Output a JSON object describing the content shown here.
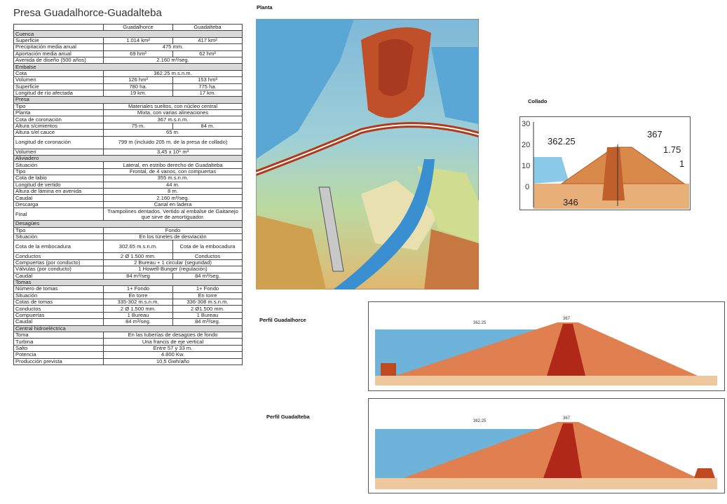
{
  "title": "Presa Guadalhorce-Guadalteba",
  "columns": [
    "",
    "Guadalhorce",
    "Guadalteba"
  ],
  "rows": [
    {
      "type": "section",
      "label": "Cuenca"
    },
    {
      "type": "pair",
      "label": "Superficie",
      "a": "1.014 km²",
      "b": "417 km²"
    },
    {
      "type": "merged",
      "label": "Precipitación media anual",
      "value": "475 mm."
    },
    {
      "type": "pair",
      "label": "Aportación media anual",
      "a": "69 hm³",
      "b": "62 hm³"
    },
    {
      "type": "merged",
      "label": "Avenida de diseño (500 años)",
      "value": "2.160 m³/seg."
    },
    {
      "type": "section",
      "label": "Embalse"
    },
    {
      "type": "merged",
      "label": "Cota",
      "value": "362.25 m.s.n.m."
    },
    {
      "type": "pair",
      "label": "Volumen",
      "a": "126 hm³",
      "b": "153 hm³"
    },
    {
      "type": "pair",
      "label": "Superficie",
      "a": "780 ha.",
      "b": "775 ha."
    },
    {
      "type": "pair",
      "label": "Longitud de río afectada",
      "a": "19 km.",
      "b": "17 km."
    },
    {
      "type": "section",
      "label": "Presa"
    },
    {
      "type": "merged",
      "label": "Tipo",
      "value": "Materiales sueltos, con núcleo central"
    },
    {
      "type": "merged",
      "label": "Planta",
      "value": "Mixta, con varias alineaciones"
    },
    {
      "type": "merged",
      "label": "Cota de coronación",
      "value": "367 m.s.n.m."
    },
    {
      "type": "pair",
      "label": "Altura s/cimientos",
      "a": "75 m.",
      "b": "84 m."
    },
    {
      "type": "merged",
      "label": "Altura s/el cauce",
      "value": "65 m."
    },
    {
      "type": "merged",
      "label": "Longitud de coronación",
      "value": "799 m (incluido 205 m. de la presa de collado)",
      "tall": true
    },
    {
      "type": "merged",
      "label": "Volumen",
      "value": "3,45 x 10⁶ m³"
    },
    {
      "type": "section",
      "label": "Aliviadero"
    },
    {
      "type": "merged",
      "label": "Situación",
      "value": "Lateral, en estribo derecho de Guadalteba"
    },
    {
      "type": "merged",
      "label": "Tipo",
      "value": "Frontal, de 4 vanos, con compuertas"
    },
    {
      "type": "merged",
      "label": "Cota de labio",
      "value": "355 m.s.n.m."
    },
    {
      "type": "merged",
      "label": "Longitud de vertido",
      "value": "44 m."
    },
    {
      "type": "merged",
      "label": "Altura de lámina en avenida",
      "value": "8 m."
    },
    {
      "type": "merged",
      "label": "Caudal",
      "value": "2.160 m³/seg."
    },
    {
      "type": "merged",
      "label": "Descarga",
      "value": "Canal en ladera"
    },
    {
      "type": "merged",
      "label": "Final",
      "value": "Trampolines dentados. Vertido al embalse de Gaitanejo que sirve de amortiguador.",
      "tall": true
    },
    {
      "type": "section",
      "label": "Desagües"
    },
    {
      "type": "merged",
      "label": "Tipo",
      "value": "Fondo"
    },
    {
      "type": "merged",
      "label": "Situación",
      "value": "En los túneles de desviación"
    },
    {
      "type": "pair",
      "label": "Cota de la embocadura",
      "a": "302.65 m.s.n.m.",
      "b": "Cota de la embocadura",
      "tall": true
    },
    {
      "type": "pair",
      "label": "Conductos",
      "a": "2 Ø 1.500 mm.",
      "b": "Conductos"
    },
    {
      "type": "merged",
      "label": "Compuertas (por conducto)",
      "value": "2 Bureau + 1 circular (seguridad)"
    },
    {
      "type": "merged",
      "label": "Válvulas (por conducto)",
      "value": "1 Howell-Bunger (regulación)"
    },
    {
      "type": "pair",
      "label": "Caudal",
      "a": "84 m³/seg",
      "b": "84 m³/seg."
    },
    {
      "type": "section",
      "label": "Tomas"
    },
    {
      "type": "pair",
      "label": "Número de tomas",
      "a": "1+ Fondo",
      "b": "1+ Fondo"
    },
    {
      "type": "pair",
      "label": "Situación",
      "a": "En torre",
      "b": "En torre"
    },
    {
      "type": "pair",
      "label": "Cotas de tomas",
      "a": "335-302 m.s.n.m.",
      "b": "336-308 m.s.n.m."
    },
    {
      "type": "pair",
      "label": "Conductos",
      "a": "2 Ø 1.500 mm.",
      "b": "2 Ø1.500 mm."
    },
    {
      "type": "pair",
      "label": "Compuertas",
      "a": "1 Bureau",
      "b": "1 Bureau"
    },
    {
      "type": "pair",
      "label": "Caudal",
      "a": "84 m³/seg.",
      "b": "84 m³/seg."
    },
    {
      "type": "section",
      "label": "Central hidroeléctrica"
    },
    {
      "type": "merged",
      "label": "Toma",
      "value": "En las tuberías de desagües de fondo"
    },
    {
      "type": "merged",
      "label": "Turbina",
      "value": "Una francis de eje vertical"
    },
    {
      "type": "merged",
      "label": "Salto",
      "value": "Entre 57 y 33 m."
    },
    {
      "type": "merged",
      "label": "Potencia",
      "value": "4.800 Kw."
    },
    {
      "type": "merged",
      "label": "Producción prevista",
      "value": "10,5 Gwh/año"
    }
  ],
  "figures": {
    "planta": {
      "label": "Planta"
    },
    "collado": {
      "label": "Collado",
      "ticks": [
        "30",
        "20",
        "10",
        "0"
      ],
      "water": "362.25",
      "crest": "367",
      "slope_a": "1.75",
      "slope_b": "1",
      "base": "346"
    },
    "perfil1": {
      "label": "Perfil Guadalhorce",
      "water": "362.25",
      "crest": "367"
    },
    "perfil2": {
      "label": "Perfil Guadalteba",
      "water": "362.25",
      "crest": "367"
    }
  }
}
